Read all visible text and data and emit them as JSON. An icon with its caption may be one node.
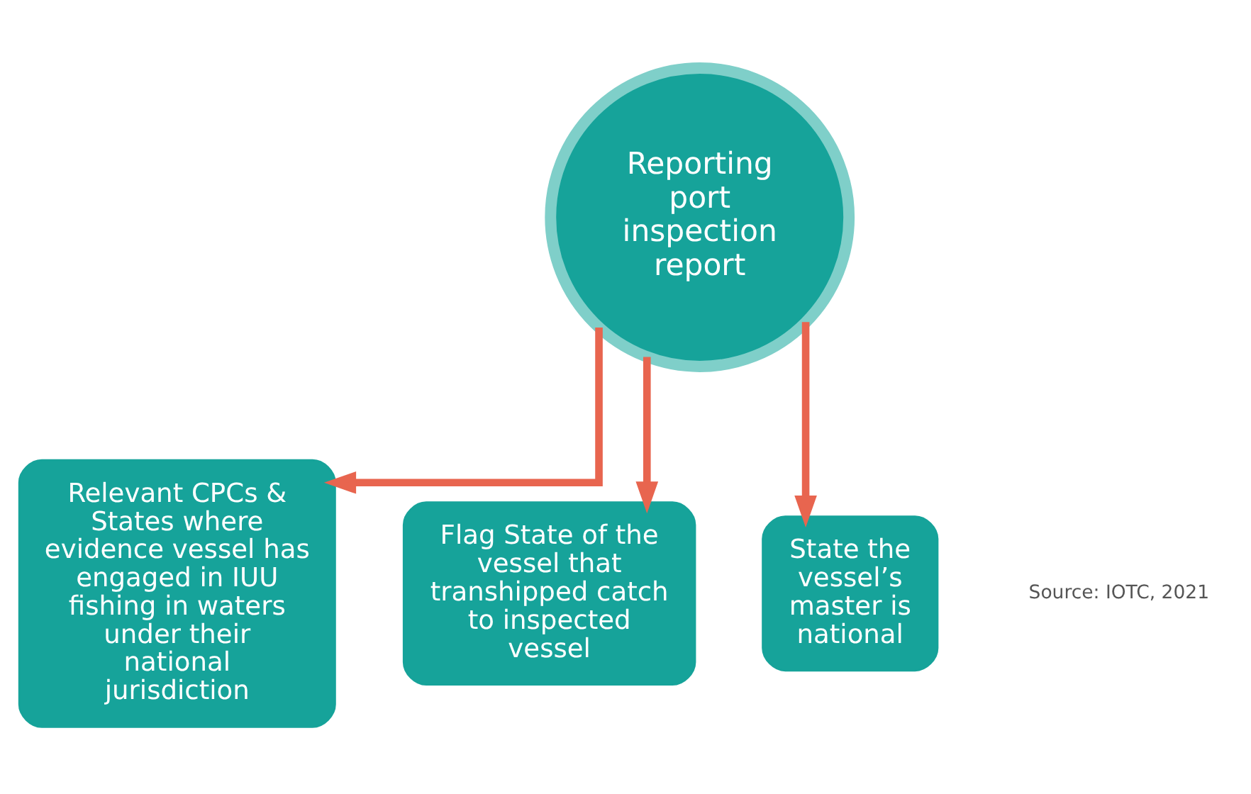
{
  "diagram": {
    "nodes": [
      {
        "text": [
          "Reporting port inspection report"
        ]
      },
      {
        "text": [
          "Relevant CPCs & States where evidence vessel has engaged in IUU fishing in waters under their national jurisdiction"
        ]
      },
      {
        "text": [
          "Flag State of the vessel that transhipped catch to inspected vessel"
        ]
      },
      {
        "text": [
          "State the vessel’s master is national"
        ]
      }
    ],
    "edges": [
      {
        "from": 0,
        "to": 1,
        "arrow": "to"
      },
      {
        "from": 0,
        "to": 2,
        "arrow": "to"
      },
      {
        "from": 0,
        "to": 3,
        "arrow": "to"
      }
    ],
    "labels": [
      "Source: IOTC, 2021"
    ]
  }
}
